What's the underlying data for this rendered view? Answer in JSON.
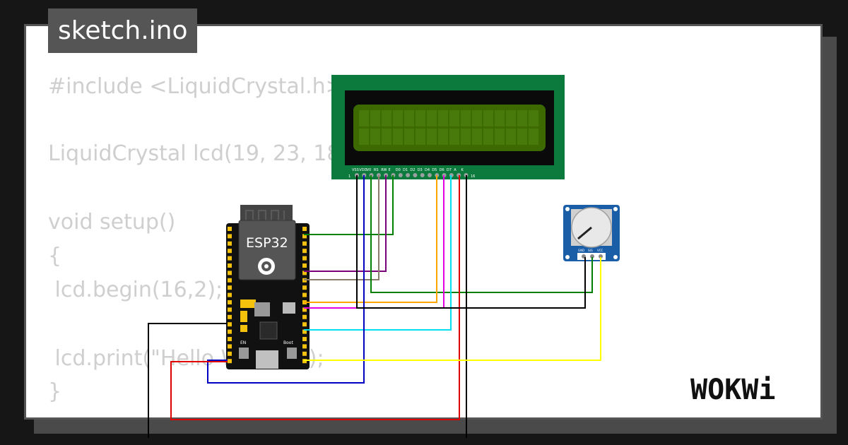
{
  "header": {
    "file_name": "sketch.ino"
  },
  "code": {
    "lines": [
      "#include <LiquidCrystal.h>",
      "LiquidCrystal lcd(19, 23, 18",
      "void setup()",
      "{",
      " lcd.begin(16,2);",
      " lcd.print(\"Hello W",
      "\");",
      "}"
    ]
  },
  "esp32": {
    "label": "ESP32",
    "button_en": "EN",
    "button_boot": "Boot"
  },
  "lcd": {
    "pins": [
      "VSS",
      "VDD",
      "V0",
      "RS",
      "RW",
      "E",
      "D0",
      "D1",
      "D2",
      "D3",
      "D4",
      "D5",
      "D6",
      "D7",
      "A",
      "K"
    ],
    "pin_first": "1",
    "pin_last": "16"
  },
  "potentiometer": {
    "pins": [
      "GND",
      "SIG",
      "VCC"
    ]
  },
  "brand": {
    "logo": "WOKWi"
  },
  "colors": {
    "background": "#161616",
    "tab": "#555555",
    "code_text": "#cfcfcf",
    "lcd_board": "#0b7a3c",
    "lcd_screen": "#3c6a00",
    "pot_board": "#1b5ea8",
    "esp32_board": "#111111"
  },
  "wires": [
    {
      "name": "wire-rs",
      "color": "#008000"
    },
    {
      "name": "wire-e",
      "color": "#7a007a"
    },
    {
      "name": "wire-rw",
      "color": "#8c7c6c"
    },
    {
      "name": "wire-v0",
      "color": "#008000"
    },
    {
      "name": "wire-d4",
      "color": "#ffa500"
    },
    {
      "name": "wire-d5",
      "color": "#e000e0"
    },
    {
      "name": "wire-d6",
      "color": "#00e0f0"
    },
    {
      "name": "wire-vdd",
      "color": "#0000c0"
    },
    {
      "name": "wire-a",
      "color": "#e00000"
    },
    {
      "name": "wire-gnd",
      "color": "#000000"
    },
    {
      "name": "wire-pot-vcc",
      "color": "#ffff00"
    }
  ]
}
